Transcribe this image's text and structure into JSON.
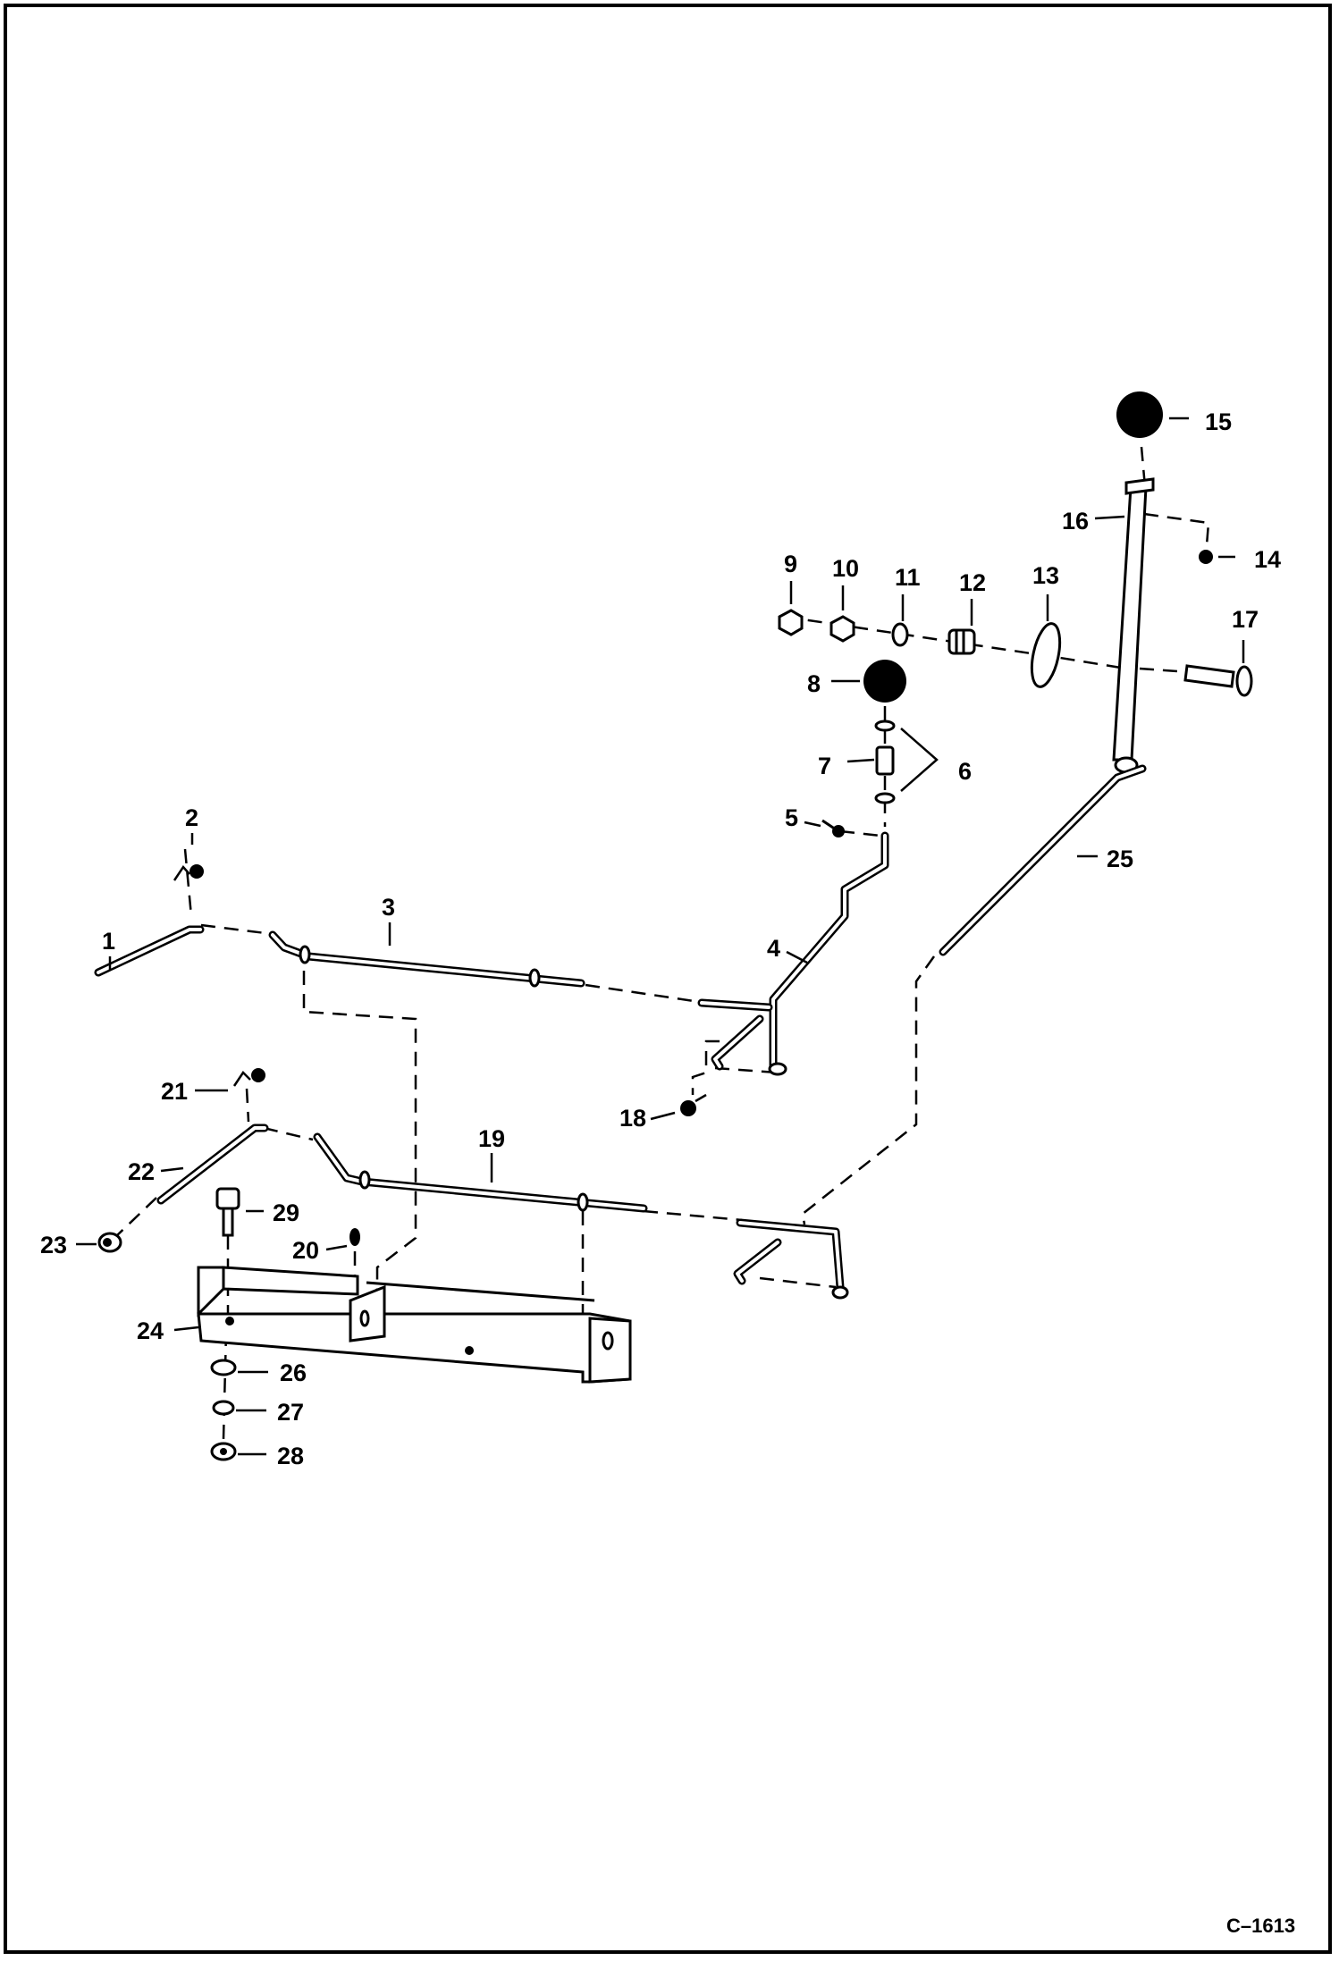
{
  "figure_ref": "C–1613",
  "parts": [
    {
      "id": "1",
      "label": "1"
    },
    {
      "id": "2",
      "label": "2"
    },
    {
      "id": "3",
      "label": "3"
    },
    {
      "id": "4",
      "label": "4"
    },
    {
      "id": "5",
      "label": "5"
    },
    {
      "id": "6",
      "label": "6"
    },
    {
      "id": "7",
      "label": "7"
    },
    {
      "id": "8",
      "label": "8"
    },
    {
      "id": "9",
      "label": "9"
    },
    {
      "id": "10",
      "label": "10"
    },
    {
      "id": "11",
      "label": "11"
    },
    {
      "id": "12",
      "label": "12"
    },
    {
      "id": "13",
      "label": "13"
    },
    {
      "id": "14",
      "label": "14"
    },
    {
      "id": "15",
      "label": "15"
    },
    {
      "id": "16",
      "label": "16"
    },
    {
      "id": "17",
      "label": "17"
    },
    {
      "id": "18",
      "label": "18"
    },
    {
      "id": "19",
      "label": "19"
    },
    {
      "id": "20",
      "label": "20"
    },
    {
      "id": "21",
      "label": "21"
    },
    {
      "id": "22",
      "label": "22"
    },
    {
      "id": "23",
      "label": "23"
    },
    {
      "id": "24",
      "label": "24"
    },
    {
      "id": "25",
      "label": "25"
    },
    {
      "id": "26",
      "label": "26"
    },
    {
      "id": "27",
      "label": "27"
    },
    {
      "id": "28",
      "label": "28"
    },
    {
      "id": "29",
      "label": "29"
    }
  ]
}
